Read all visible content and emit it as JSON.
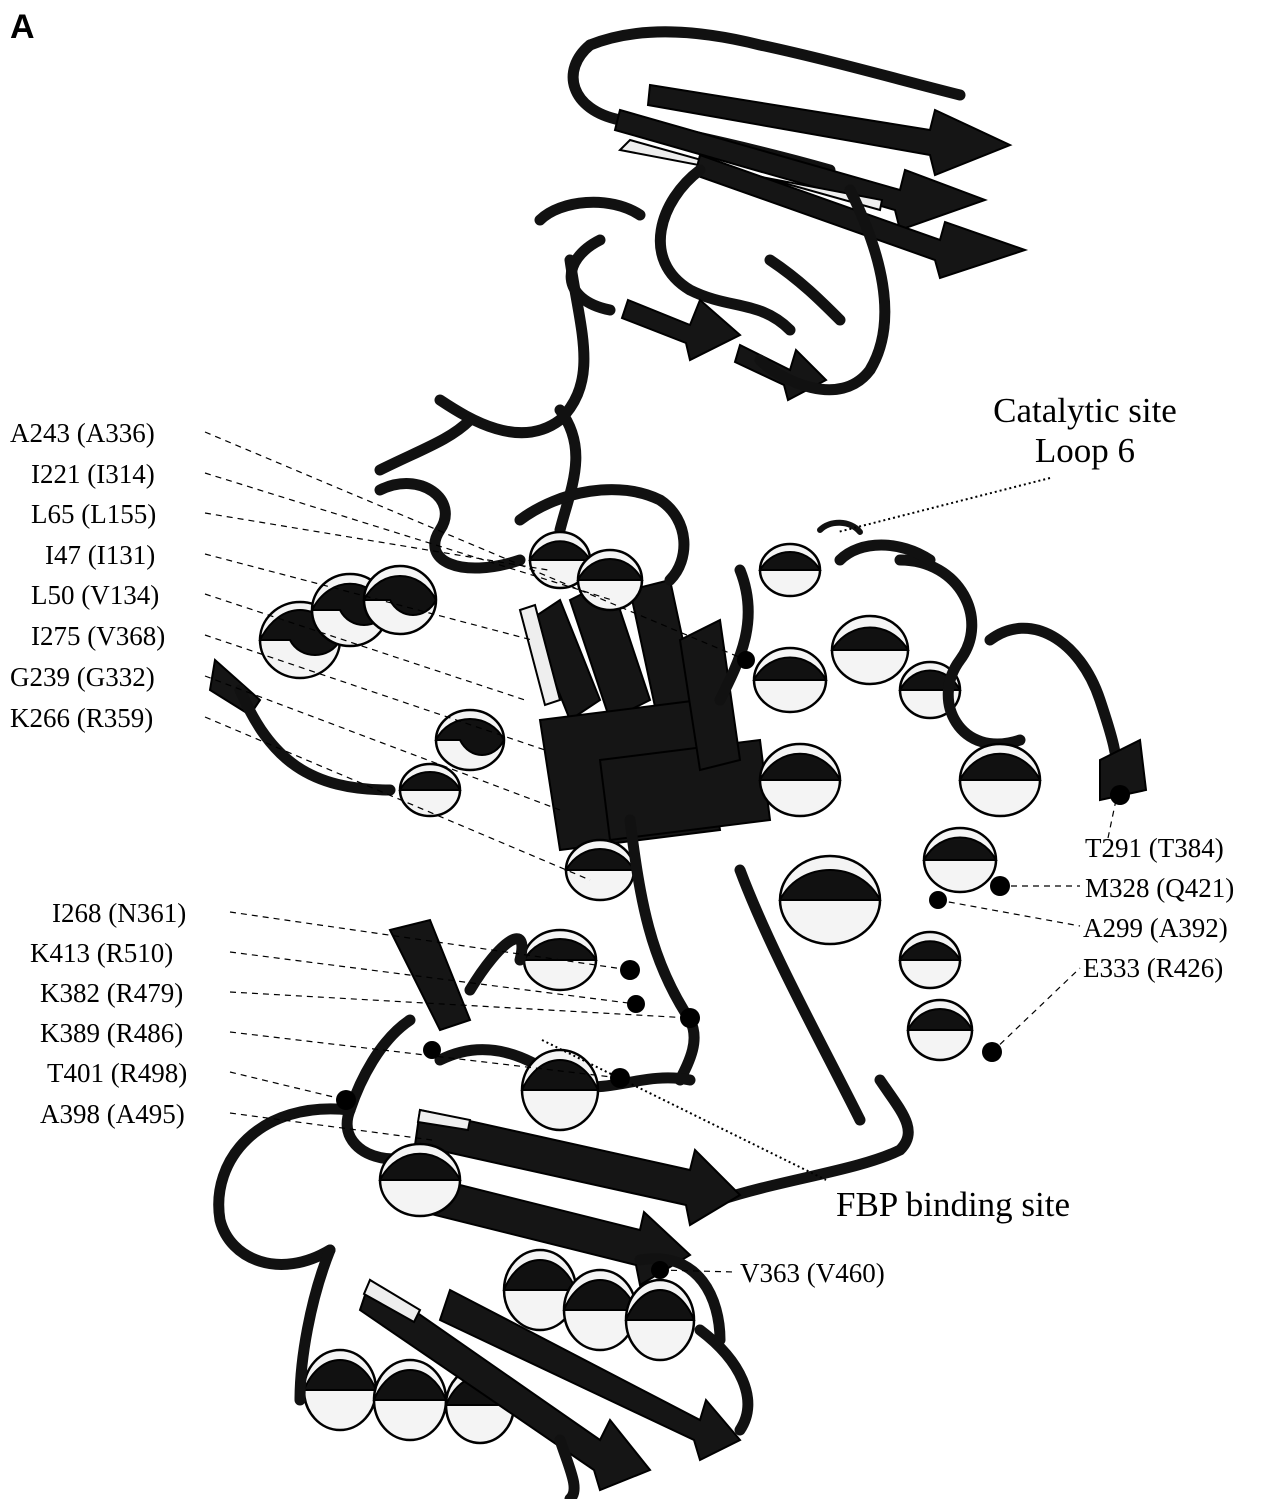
{
  "panel_label": "A",
  "catalytic_site": {
    "line1": "Catalytic site",
    "line2": "Loop 6"
  },
  "fbp_site": "FBP binding site",
  "residues_left": [
    "A243 (A336)",
    "I221 (I314)",
    "L65 (L155)",
    "I47 (I131)",
    "L50 (V134)",
    "I275 (V368)",
    "G239 (G332)",
    "K266 (R359)",
    "I268 (N361)",
    "K413 (R510)",
    "K382 (R479)",
    "K389 (R486)",
    "T401 (R498)",
    "A398 (A495)"
  ],
  "residues_right": [
    "T291 (T384)",
    "M328 (Q421)",
    "A299 (A392)",
    "E333 (R426)"
  ],
  "residue_bottom": "V363 (V460)"
}
